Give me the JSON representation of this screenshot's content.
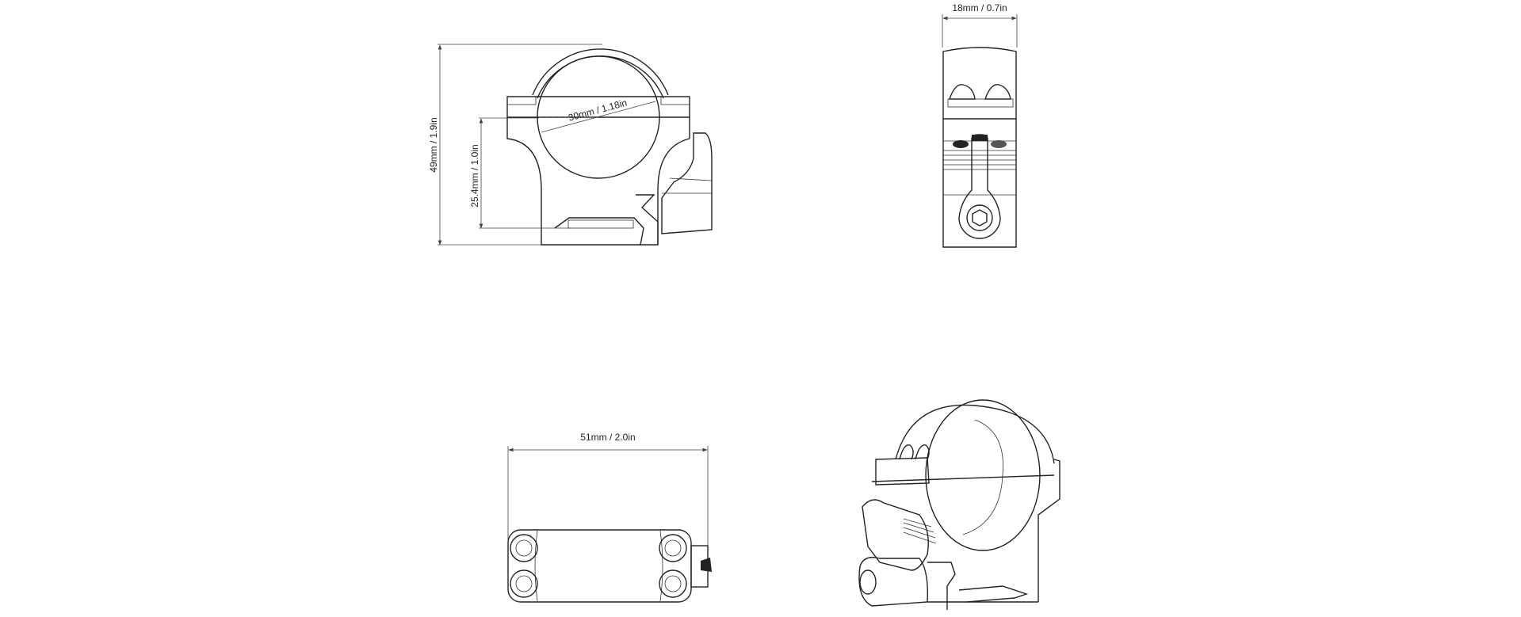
{
  "drawing": {
    "front_view": {
      "height_label": "49mm / 1.9in",
      "center_height_label": "25.4mm / 1.0in",
      "diameter_label": "30mm / 1.18in"
    },
    "side_view": {
      "width_label": "18mm / 0.7in"
    },
    "bottom_view": {
      "length_label": "51mm / 2.0in"
    },
    "iso_view": {}
  }
}
